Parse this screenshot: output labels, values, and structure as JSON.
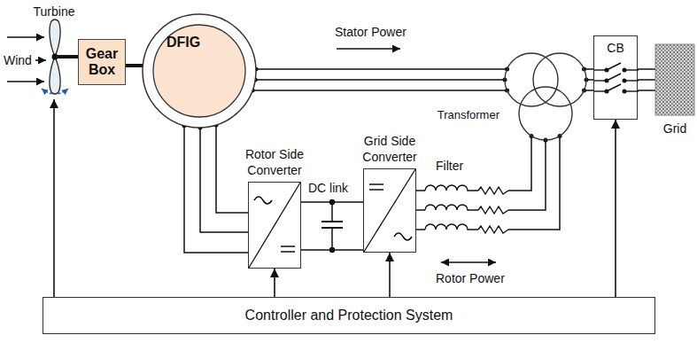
{
  "diagram": {
    "nodes": [
      {
        "text": [
          "Turbine"
        ]
      },
      {
        "text": [
          "Gear Box"
        ]
      },
      {
        "text": [
          "DFIG"
        ]
      },
      {
        "text": [
          "Rotor Side Converter"
        ]
      },
      {
        "text": [
          "Grid Side Converter"
        ]
      },
      {
        "text": [
          "Transformer"
        ]
      },
      {
        "text": [
          "CB"
        ]
      },
      {
        "text": [
          "Grid"
        ]
      },
      {
        "text": [
          "Controller and Protection System"
        ]
      }
    ],
    "edges": [
      {
        "from": 0,
        "to": 1,
        "arrow": "none"
      },
      {
        "from": 1,
        "to": 2,
        "arrow": "none"
      },
      {
        "from": 2,
        "to": 5,
        "arrow": "none"
      },
      {
        "from": 2,
        "to": 3,
        "arrow": "none"
      },
      {
        "from": 3,
        "to": 4,
        "arrow": "none"
      },
      {
        "from": 4,
        "to": 5,
        "arrow": "none"
      },
      {
        "from": 5,
        "to": 6,
        "arrow": "none"
      },
      {
        "from": 6,
        "to": 7,
        "arrow": "none"
      },
      {
        "from": 8,
        "to": 0,
        "arrow": "to"
      },
      {
        "from": 8,
        "to": 3,
        "arrow": "to"
      },
      {
        "from": 8,
        "to": 4,
        "arrow": "to"
      },
      {
        "from": 8,
        "to": 6,
        "arrow": "to"
      }
    ],
    "labels": [
      "Wind",
      "Stator Power",
      "DC link",
      "Filter",
      "Rotor Power"
    ]
  }
}
